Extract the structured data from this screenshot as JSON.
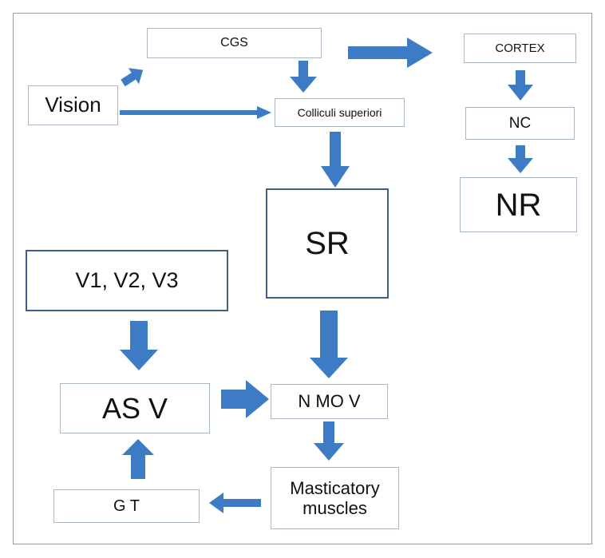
{
  "diagram": {
    "nodes": {
      "cgs": "CGS",
      "cortex": "CORTEX",
      "vision": "Vision",
      "colliculi": "Colliculi superiori",
      "nc": "NC",
      "nr": "NR",
      "sr": "SR",
      "v123": "V1, V2, V3",
      "asv": "AS V",
      "nmov": "N MO V",
      "masticatory_line1": "Masticatory",
      "masticatory_line2": "muscles",
      "gt": "G T"
    },
    "arrow_color": "#3d7cc4",
    "box_border_color": "#a9b7c6",
    "strong_border_color": "#3e5f86"
  }
}
